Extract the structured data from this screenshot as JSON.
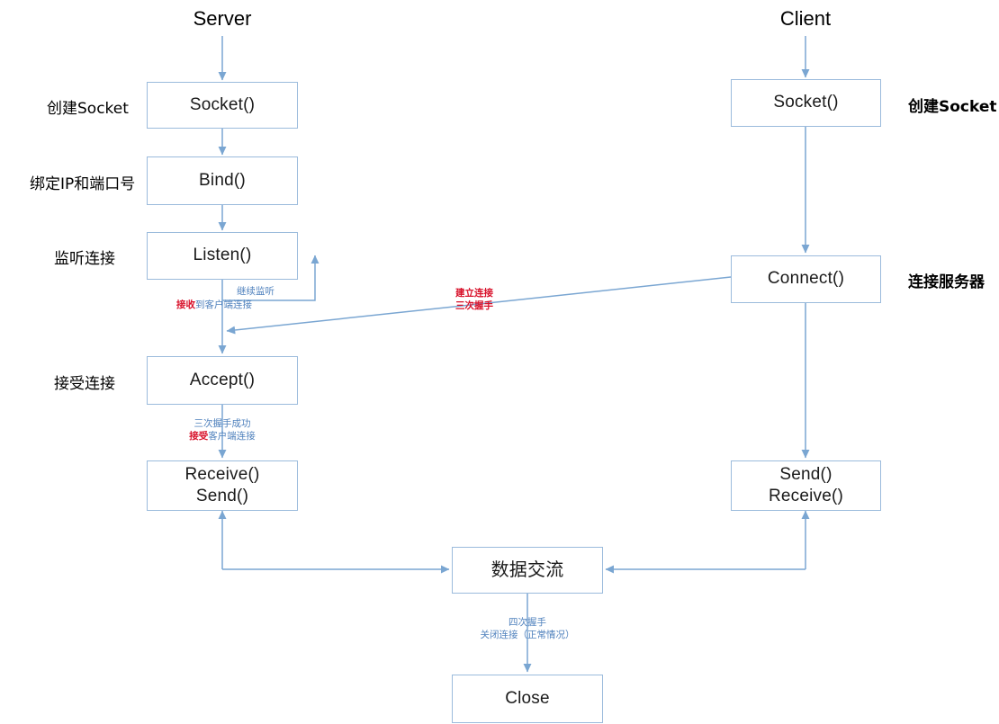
{
  "diagram": {
    "title_server": "Server",
    "title_client": "Client",
    "colors": {
      "box_border": "#9bbbdc",
      "wire": "#7aa6d2",
      "label_red": "#d8112a",
      "label_blue": "#4f81bd",
      "text": "#1a1a1a",
      "background": "#ffffff"
    }
  },
  "server_nodes": [
    {
      "id": "server-socket",
      "label": "Socket()"
    },
    {
      "id": "server-bind",
      "label": "Bind()"
    },
    {
      "id": "server-listen",
      "label": "Listen()"
    },
    {
      "id": "server-accept",
      "label": "Accept()"
    },
    {
      "id": "server-recvsend",
      "label": "Receive()\nSend()"
    }
  ],
  "client_nodes": [
    {
      "id": "client-socket",
      "label": "Socket()"
    },
    {
      "id": "client-connect",
      "label": "Connect()"
    },
    {
      "id": "client-sendrecv",
      "label": "Send()\nReceive()"
    }
  ],
  "shared_nodes": [
    {
      "id": "data-exchange",
      "label": "数据交流"
    },
    {
      "id": "close",
      "label": "Close"
    }
  ],
  "server_side_labels": [
    {
      "id": "create-socket",
      "label": "创建Socket"
    },
    {
      "id": "bind-ip-port",
      "label": "绑定IP和端口号"
    },
    {
      "id": "listen-conn",
      "label": "监听连接"
    },
    {
      "id": "accept-conn",
      "label": "接受连接"
    }
  ],
  "client_side_labels": [
    {
      "id": "create-socket",
      "label": "创建Socket"
    },
    {
      "id": "connect-server",
      "label": "连接服务器"
    }
  ],
  "edge_labels": {
    "keep_listening": {
      "text": "继续监听",
      "color": "blue"
    },
    "recv_client_conn": {
      "red": "接收",
      "blue": "到客户端连接"
    },
    "handshake_mid": {
      "line1": "建立连接",
      "line2": "三次握手",
      "color": "red"
    },
    "handshake_ok": {
      "line1": "三次握手成功",
      "line2_red": "接受",
      "line2_blue": "客户端连接"
    },
    "four_way": {
      "line1": "四次握手",
      "line2": "关闭连接（正常情况）",
      "color": "blue"
    }
  }
}
